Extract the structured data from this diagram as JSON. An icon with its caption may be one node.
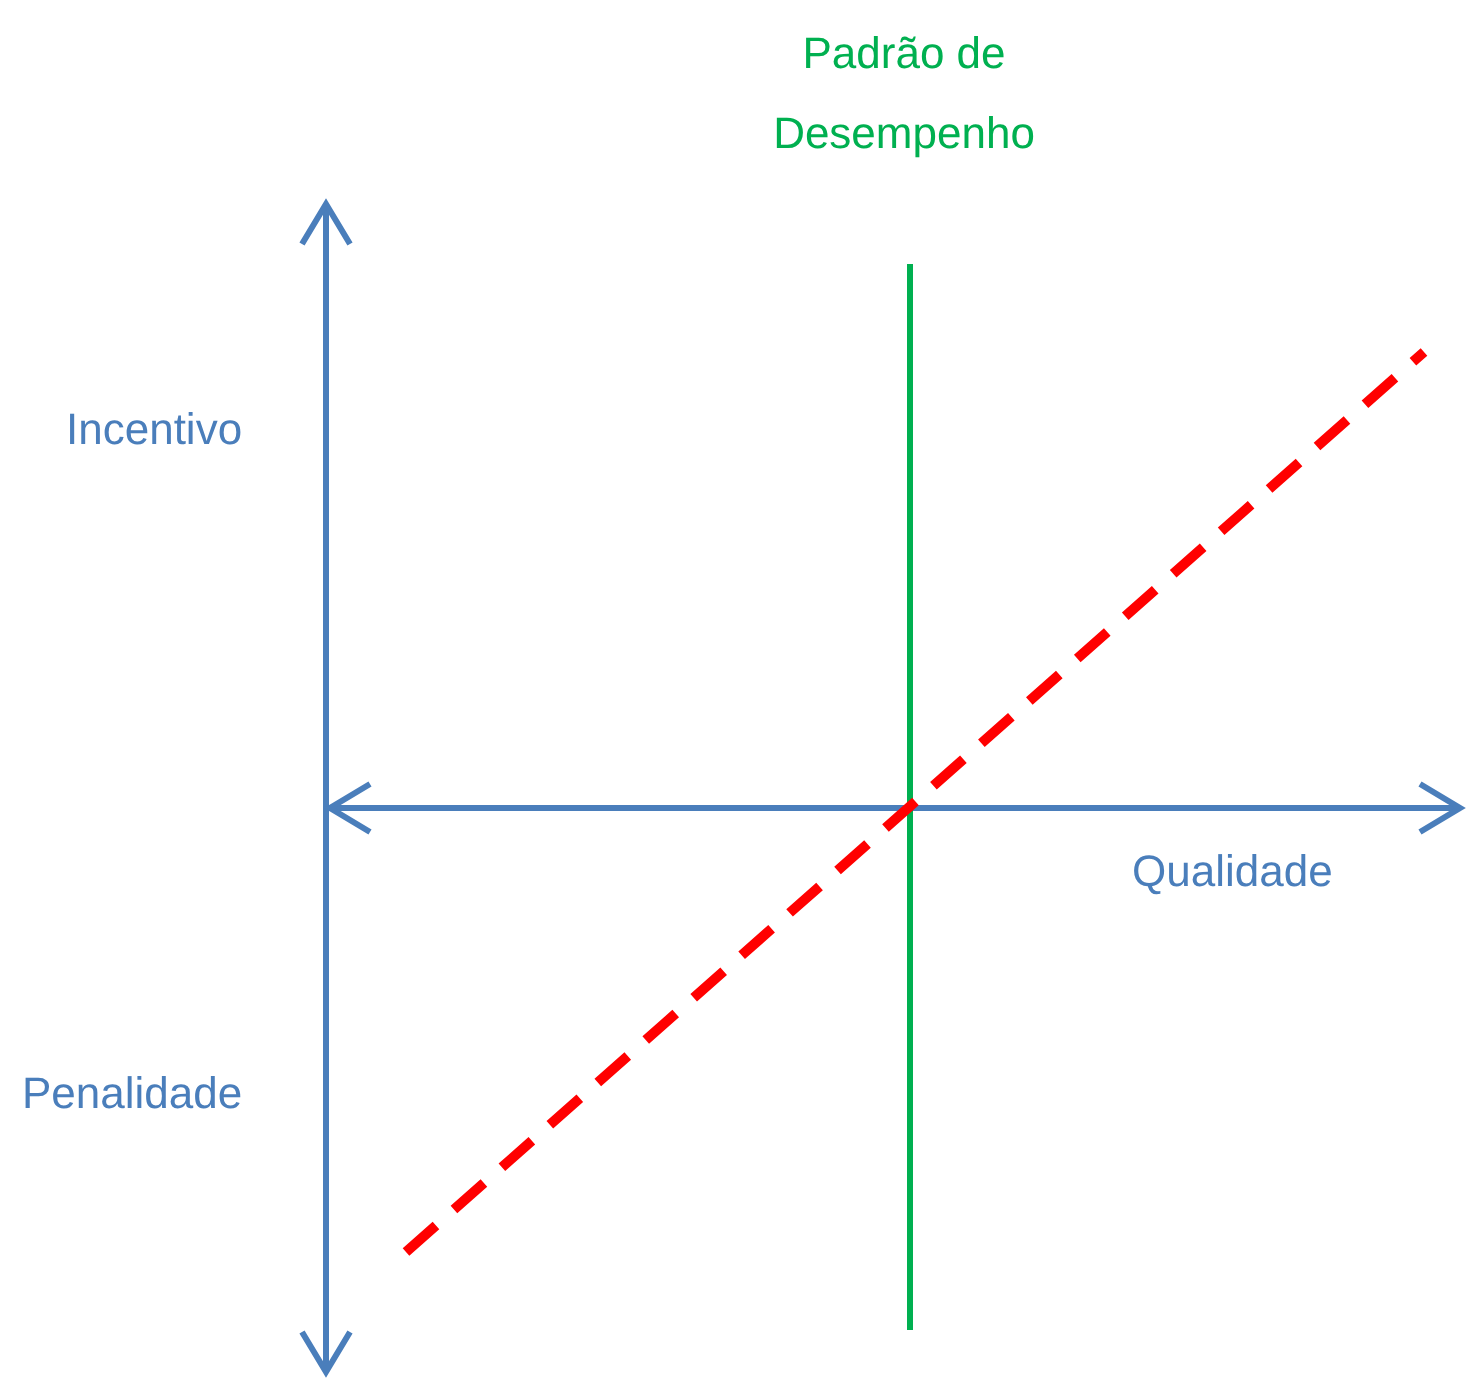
{
  "diagram": {
    "labels": [
      "Padrão de Desempenho",
      "Incentivo",
      "Qualidade",
      "Penalidade"
    ]
  }
}
